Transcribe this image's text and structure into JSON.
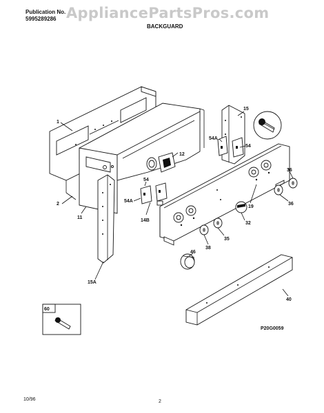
{
  "header": {
    "publication_label": "Publication No.",
    "publication_number": "5995289286",
    "watermark": "AppliancePartsPros.com",
    "section_title": "BACKGUARD"
  },
  "callouts": {
    "c1": "1",
    "c2": "2",
    "c11": "11",
    "c12": "12",
    "c15": "15",
    "c15a": "15A",
    "c19": "19",
    "c32": "32",
    "c35": "35",
    "c36a": "36",
    "c36b": "36",
    "c38": "38",
    "c40": "40",
    "c46": "46",
    "c54a": "54",
    "c54b": "54",
    "c54c": "54A",
    "c54d": "54A",
    "c14b": "14B",
    "c60": "60"
  },
  "drawing_code": "P20G0059",
  "footer": {
    "date": "10/96",
    "page": "2"
  }
}
